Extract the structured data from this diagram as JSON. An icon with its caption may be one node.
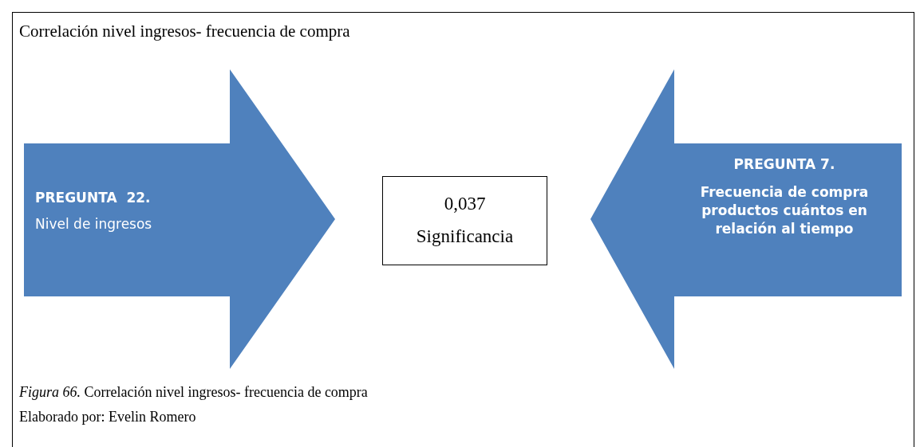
{
  "diagram": {
    "title": "Correlación nivel ingresos- frecuencia de compra",
    "caption": "*Figura 66.* Correlación nivel ingresos- frecuencia de compra",
    "nodes": [
      {
        "text": [
          "PREGUNTA  22.",
          "Nivel de ingresos"
        ]
      },
      {
        "text": [
          "0,037",
          "Significancia"
        ]
      },
      {
        "text": [
          "PREGUNTA 7.",
          "Frecuencia de compra productos cuántos en relación al tiempo"
        ]
      }
    ],
    "labels": [
      "Elaborado por: Evelin Romero"
    ]
  }
}
